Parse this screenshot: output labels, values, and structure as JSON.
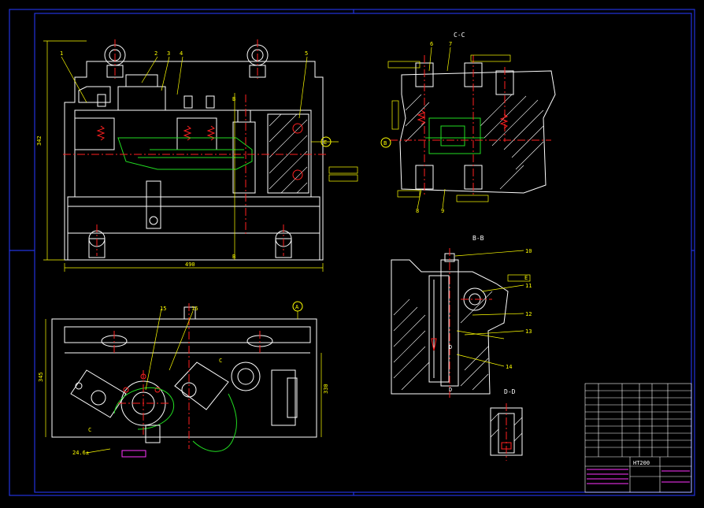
{
  "drawing": {
    "background": "#000000",
    "frame_color": "#2233dd",
    "line_white": "#ffffff",
    "line_yellow": "#ffff00",
    "line_red": "#ff2020",
    "line_green": "#22dd22",
    "line_magenta": "#ff33ff",
    "line_cyan": "#33dddd"
  },
  "views": {
    "main": {
      "balloons": [
        "1",
        "2",
        "3",
        "4",
        "5"
      ],
      "section_mark_top": "B",
      "section_mark_bottom": "B",
      "datum_label": "E",
      "dim_width": "490",
      "dim_height": "342"
    },
    "bottom": {
      "balloons": [
        "15",
        "16"
      ],
      "datum_label": "A",
      "section_C": "C",
      "section_C2": "C",
      "dim_left": "345",
      "dim_right": "330",
      "dim_bottom": "24.6±"
    },
    "cc": {
      "title": "C-C",
      "balloons": [
        "6",
        "7",
        "8",
        "9"
      ],
      "datum_label": "B"
    },
    "bb": {
      "title": "B-B",
      "balloons": [
        "10",
        "11",
        "12",
        "13",
        "14"
      ],
      "section_D_top": "D",
      "section_D_bottom": "D",
      "datum_label": "E"
    },
    "dd": {
      "title": "D-D"
    },
    "title_block": {
      "drawing_no": "HT200"
    }
  }
}
